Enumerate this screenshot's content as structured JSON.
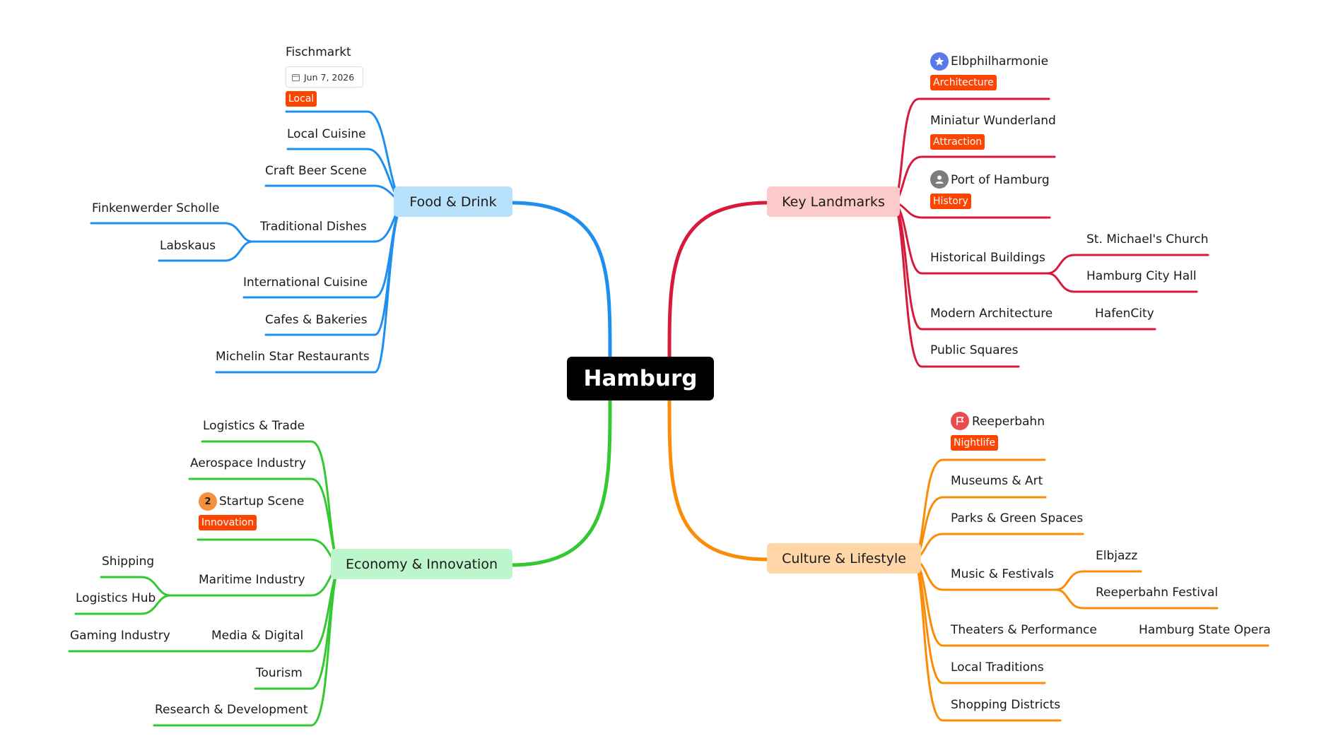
{
  "root": {
    "label": "Hamburg"
  },
  "colors": {
    "food": "#1f8ef1",
    "food_fill": "#b8e1fb",
    "landmarks": "#d71a3c",
    "landmarks_fill": "#fccaca",
    "economy": "#34c832",
    "economy_fill": "#bdf5cd",
    "culture": "#fb8c06",
    "culture_fill": "#fed6a8",
    "tag": "#fc4502"
  },
  "food": {
    "label": "Food & Drink",
    "fischmarkt": {
      "label": "Fischmarkt",
      "date": "Jun 7, 2026",
      "tag": "Local"
    },
    "local_cuisine": "Local Cuisine",
    "craft_beer": "Craft Beer Scene",
    "traditional": {
      "label": "Traditional Dishes",
      "children": [
        "Finkenwerder Scholle",
        "Labskaus"
      ]
    },
    "international": "International Cuisine",
    "cafes": "Cafes & Bakeries",
    "michelin": "Michelin Star Restaurants"
  },
  "landmarks": {
    "label": "Key Landmarks",
    "elbphilharmonie": {
      "label": "Elbphilharmonie",
      "tag": "Architecture",
      "icon": "star-icon"
    },
    "miniatur": {
      "label": "Miniatur Wunderland",
      "tag": "Attraction"
    },
    "port": {
      "label": "Port of Hamburg",
      "tag": "History",
      "icon": "person-icon"
    },
    "historical": {
      "label": "Historical Buildings",
      "children": [
        "St. Michael's Church",
        "Hamburg City Hall"
      ]
    },
    "modern": {
      "label": "Modern Architecture",
      "children": [
        "HafenCity"
      ]
    },
    "squares": "Public Squares"
  },
  "economy": {
    "label": "Economy & Innovation",
    "logistics_trade": "Logistics & Trade",
    "aerospace": "Aerospace Industry",
    "startup": {
      "label": "Startup Scene",
      "tag": "Innovation",
      "badge": "2"
    },
    "maritime": {
      "label": "Maritime Industry",
      "children": [
        "Shipping",
        "Logistics Hub"
      ]
    },
    "media": {
      "label": "Media & Digital",
      "children": [
        "Gaming Industry"
      ]
    },
    "tourism": "Tourism",
    "research": "Research & Development"
  },
  "culture": {
    "label": "Culture & Lifestyle",
    "reeperbahn": {
      "label": "Reeperbahn",
      "tag": "Nightlife",
      "icon": "flag-icon"
    },
    "museums": "Museums & Art",
    "parks": "Parks & Green Spaces",
    "music": {
      "label": "Music & Festivals",
      "children": [
        "Elbjazz",
        "Reeperbahn Festival"
      ]
    },
    "theaters": {
      "label": "Theaters & Performance",
      "children": [
        "Hamburg State Opera"
      ]
    },
    "traditions": "Local Traditions",
    "shopping": "Shopping Districts"
  }
}
